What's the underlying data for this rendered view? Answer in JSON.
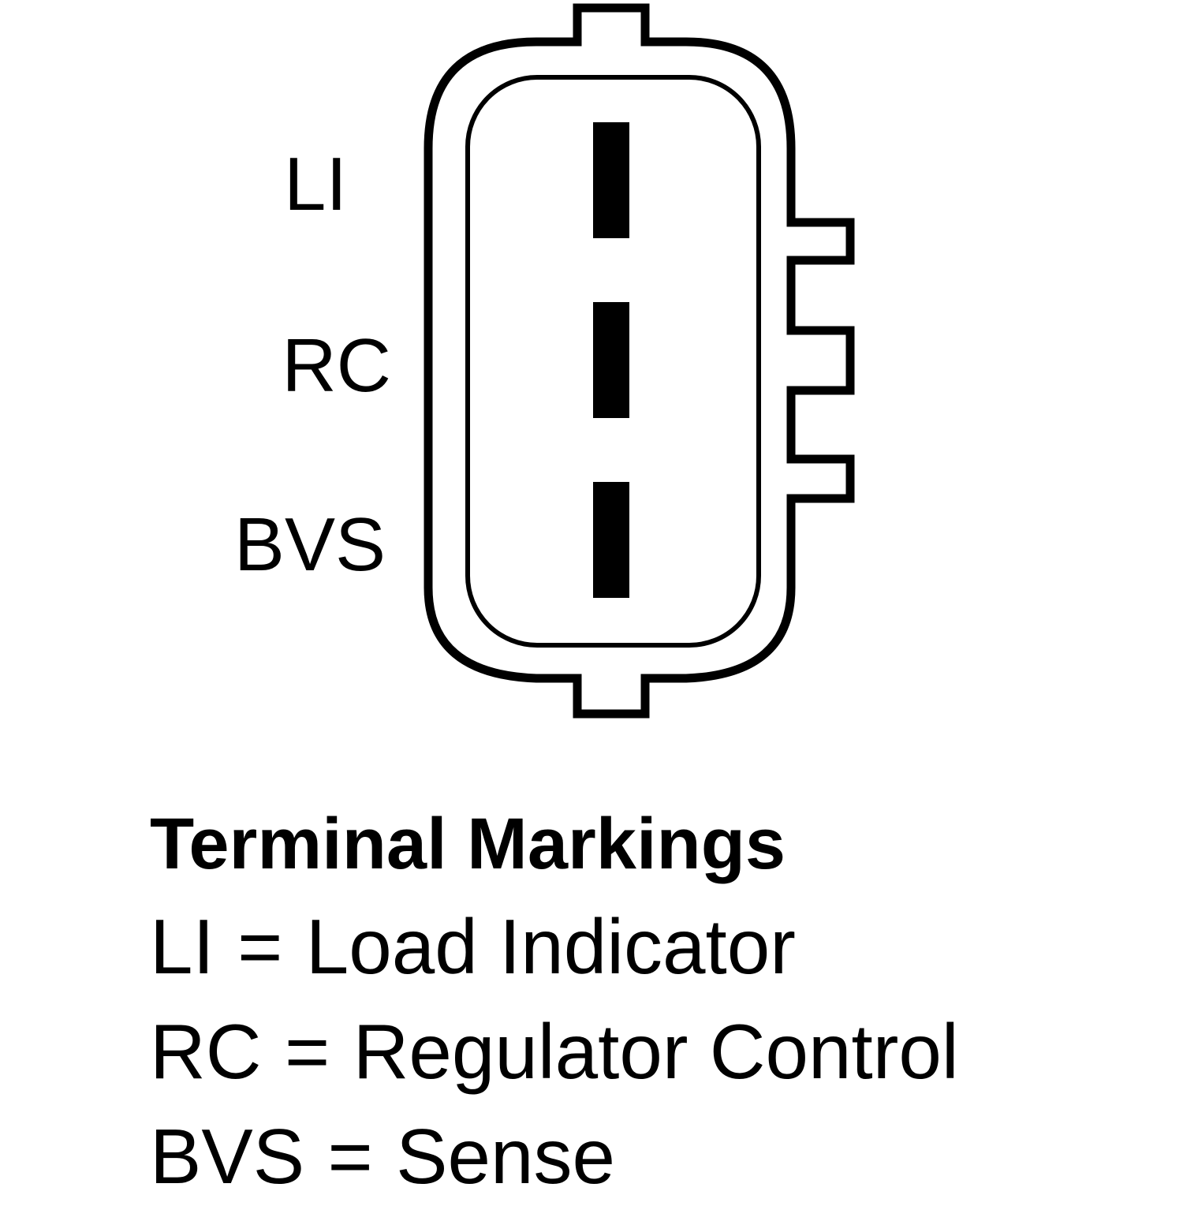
{
  "diagram": {
    "pin_labels": [
      "LI",
      "RC",
      "BVS"
    ]
  },
  "legend": {
    "title": "Terminal Markings",
    "separator": "=",
    "items": [
      {
        "code": "LI",
        "meaning": "Load Indicator"
      },
      {
        "code": "RC",
        "meaning": "Regulator Control"
      },
      {
        "code": "BVS",
        "meaning": "Sense"
      }
    ]
  },
  "colors": {
    "ink": "#000000",
    "background": "#ffffff"
  }
}
